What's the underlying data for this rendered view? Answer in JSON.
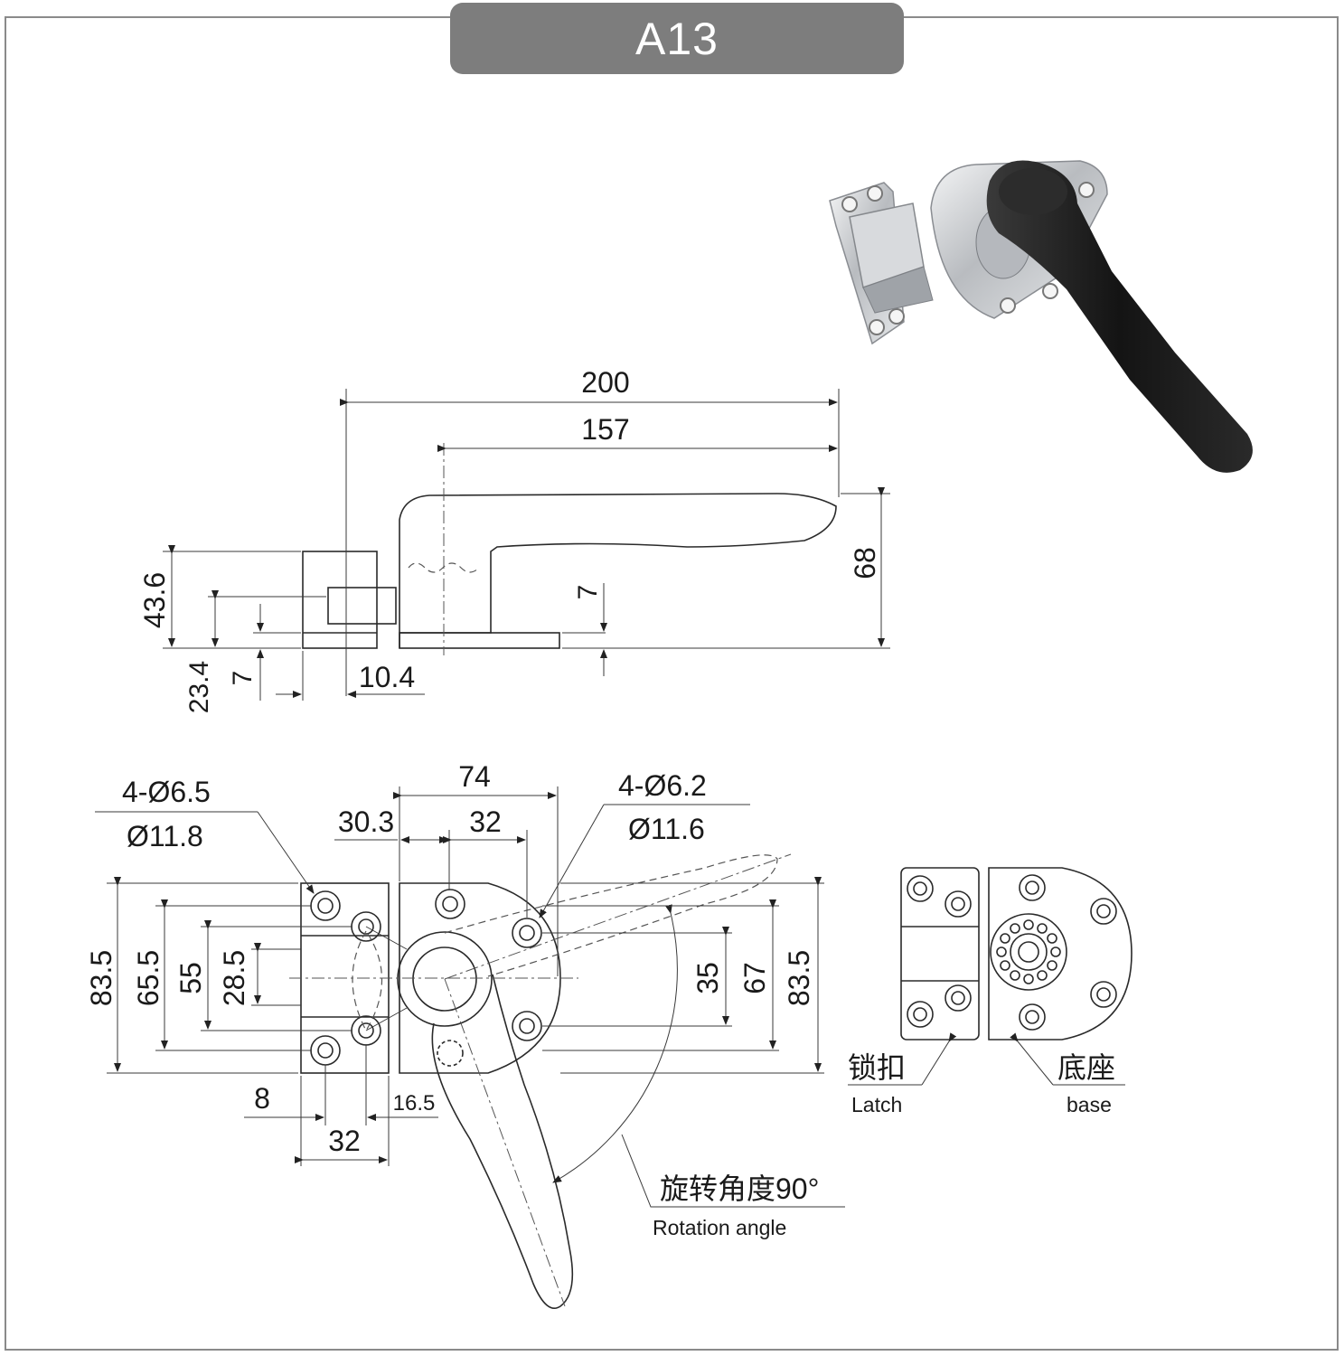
{
  "title": "A13",
  "side_view": {
    "overall_length": "200",
    "handle_length": "157",
    "height": "68",
    "handle_plate": "7",
    "latch_height": "43.6",
    "latch_slot": "23.4",
    "latch_plate": "7",
    "offset": "10.4"
  },
  "front_view": {
    "latch_holes_count": "4-Ø6.5",
    "latch_holes_counterbore": "Ø11.8",
    "base_holes_count": "4-Ø6.2",
    "base_holes_counterbore": "Ø11.6",
    "base_width": "74",
    "base_offset": "30.3",
    "base_hole_spacing": "32",
    "latch_height": "83.5",
    "latch_hole_spacing": "65.5",
    "latch_inner_55": "55",
    "latch_slot_28": "28.5",
    "base_hole_vertical": "35",
    "base_height_67": "67",
    "base_height": "83.5",
    "latch_hole_offset": "8",
    "latch_width": "32",
    "gap": "16.5",
    "rotation_cn": "旋转角度90°",
    "rotation_en": "Rotation angle"
  },
  "rear_view": {
    "latch_cn": "锁扣",
    "latch_en": "Latch",
    "base_cn": "底座",
    "base_en": "base"
  },
  "colors": {
    "badge": "#7d7d7d",
    "handle": "#1c1c1c",
    "chrome": "#c9ccd0"
  }
}
